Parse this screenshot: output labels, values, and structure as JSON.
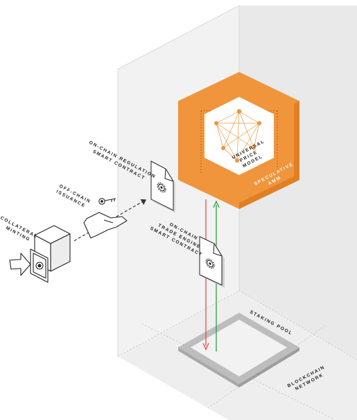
{
  "diagram": {
    "labels": {
      "collateral_line1": "COLLATERAL",
      "collateral_line2": "MINTING",
      "offchain_line1": "OFF-CHAIN",
      "offchain_line2": "ISSUANCE",
      "regulation_line1": "ON-CHAIN REGULATION",
      "regulation_line2": "SMART CONTRACT",
      "trade_line1": "ON-CHAIN",
      "trade_line2": "TRADE ENGINE",
      "trade_line3": "SMART CONTRACT",
      "upm_line1": "UNIVERSAL",
      "upm_line2": "PRICE",
      "upm_line3": "MODEL",
      "amm_line1": "SPECULATIVE",
      "amm_line2": "AMM",
      "staking": "STAKING POOL",
      "network_line1": "BLOCKCHAIN",
      "network_line2": "NETWORK"
    },
    "icons": [
      "gear-document-icon",
      "key-icon",
      "hand-icon",
      "safe-icon",
      "cursor-arrow-icon"
    ],
    "colors": {
      "orange": "#f0953c",
      "orange_dark": "#e07f24",
      "panel_light": "#f4f4f4",
      "panel_mid": "#ebebeb",
      "arrow_down": "#e84a4a",
      "arrow_up": "#2f9a46",
      "pool_rim": "#b9b9b9"
    }
  }
}
